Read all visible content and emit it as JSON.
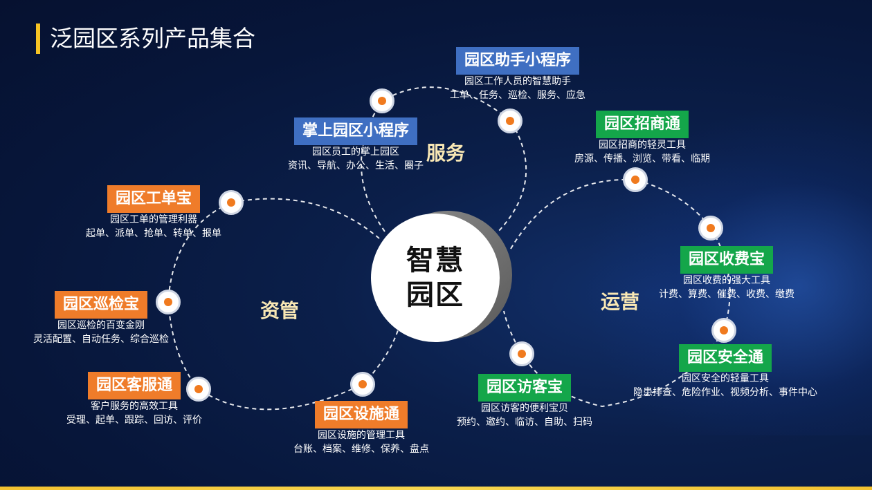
{
  "title": "泛园区系列产品集合",
  "center": {
    "line1": "智慧",
    "line2": "园区"
  },
  "groups": {
    "service": "服务",
    "asset": "资管",
    "operation": "运营"
  },
  "colors": {
    "accent": "#f6c324",
    "blue": "#3f6fc2",
    "orange": "#ef7c2a",
    "green": "#14a64a",
    "dot": "#f07a1e"
  },
  "products": {
    "assistant": {
      "name": "园区助手小程序",
      "line1": "园区工作人员的智慧助手",
      "line2": "工单、任务、巡检、服务、应急"
    },
    "palm": {
      "name": "掌上园区小程序",
      "line1": "园区员工的掌上园区",
      "line2": "资讯、导航、办公、生活、圈子"
    },
    "workorder": {
      "name": "园区工单宝",
      "line1": "园区工单的管理利器",
      "line2": "起单、派单、抢单、转单、报单"
    },
    "patrol": {
      "name": "园区巡检宝",
      "line1": "园区巡检的百变金刚",
      "line2": "灵活配置、自动任务、综合巡检"
    },
    "customer": {
      "name": "园区客服通",
      "line1": "客户服务的高效工具",
      "line2": "受理、起单、跟踪、回访、评价"
    },
    "facility": {
      "name": "园区设施通",
      "line1": "园区设施的管理工具",
      "line2": "台账、档案、维修、保养、盘点"
    },
    "visitor": {
      "name": "园区访客宝",
      "line1": "园区访客的便利宝贝",
      "line2": "预约、邀约、临访、自助、扫码"
    },
    "investment": {
      "name": "园区招商通",
      "line1": "园区招商的轻灵工具",
      "line2": "房源、传播、浏览、带看、临期"
    },
    "fee": {
      "name": "园区收费宝",
      "line1": "园区收费的强大工具",
      "line2": "计费、算费、催费、收费、缴费"
    },
    "safety": {
      "name": "园区安全通",
      "line1": "园区安全的轻量工具",
      "line2": "隐患排查、危险作业、视频分析、事件中心"
    }
  }
}
